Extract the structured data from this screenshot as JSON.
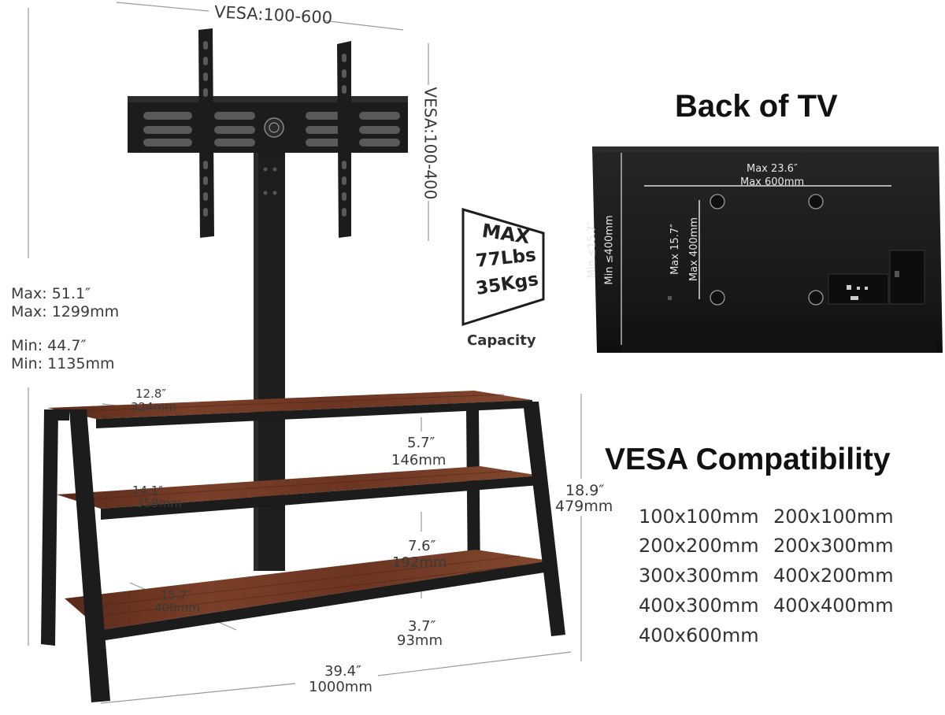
{
  "dimensions": {
    "vesa_width": "VESA:100-600",
    "vesa_height": "VESA:100-400",
    "max_height_in": "Max: 51.1″",
    "max_height_mm": "Max: 1299mm",
    "min_height_in": "Min: 44.7″",
    "min_height_mm": "Min: 1135mm",
    "top_depth_in": "12.8″",
    "top_depth_mm": "324mm",
    "mid_depth_in": "14.1″",
    "mid_depth_mm": "359mm",
    "bottom_depth_in": "15.7″",
    "bottom_depth_mm": "400mm",
    "gap_top_in": "5.7″",
    "gap_top_mm": "146mm",
    "gap_mid_in": "7.6″",
    "gap_mid_mm": "192mm",
    "gap_floor_in": "3.7″",
    "gap_floor_mm": "93mm",
    "shelf_height_in": "18.9″",
    "shelf_height_mm": "479mm",
    "width_in": "39.4″",
    "width_mm": "1000mm"
  },
  "capacity": {
    "line1": "MAX",
    "line2": "77Lbs",
    "line3": "35Kgs",
    "label": "Capacity"
  },
  "back_of_tv": {
    "title": "Back of TV",
    "max_w_in": "Max 23.6″",
    "max_w_mm": "Max 600mm",
    "max_h_in": "Max 15.7″",
    "max_h_mm": "Max 400mm",
    "min_h_in": "Min ≤15.7″",
    "min_h_mm": "Min ≤400mm"
  },
  "vesa_compat": {
    "title": "VESA Compatibility",
    "items": [
      "100x100mm",
      "200x100mm",
      "200x200mm",
      "200x300mm",
      "300x300mm",
      "400x200mm",
      "400x300mm",
      "400x400mm",
      "400x600mm"
    ]
  },
  "colors": {
    "wood": "#6b3522",
    "metal": "#1c1c1c",
    "tv_back": "#1a1a1a"
  }
}
